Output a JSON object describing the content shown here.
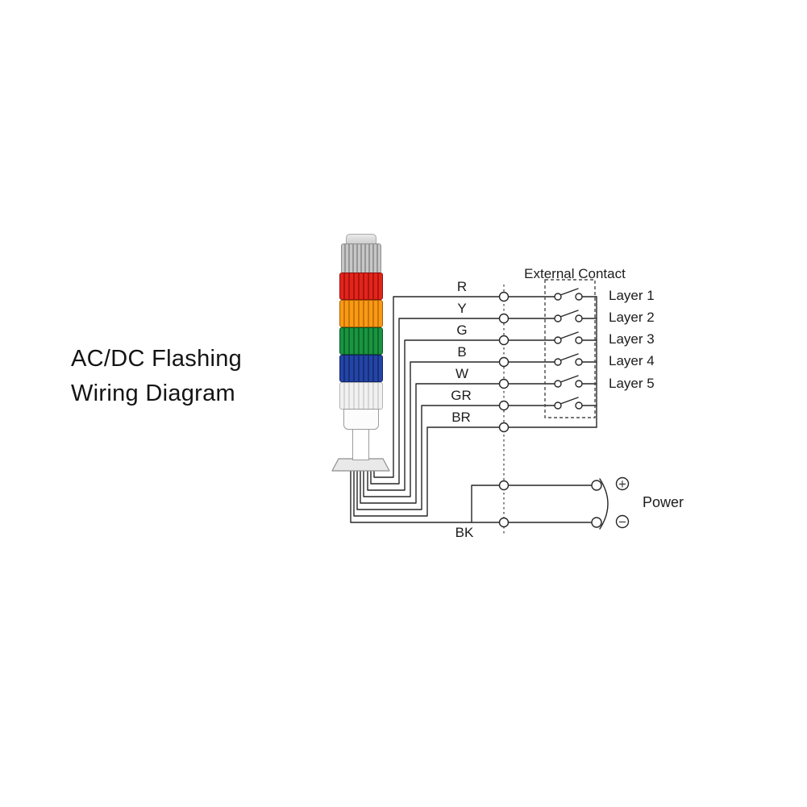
{
  "title": {
    "line1": "AC/DC Flashing",
    "line2": "Wiring Diagram"
  },
  "diagram": {
    "external_contact_label": "External Contact",
    "wire_labels": [
      "R",
      "Y",
      "G",
      "B",
      "W",
      "GR",
      "BR"
    ],
    "bk_label": "BK",
    "layer_labels": [
      "Layer 1",
      "Layer 2",
      "Layer 3",
      "Layer 4",
      "Layer 5"
    ],
    "power_label": "Power",
    "power_positive_symbol": "+",
    "power_negative_symbol": "−",
    "line_color": "#262626"
  },
  "tower": {
    "segments": [
      {
        "name": "gray-cap",
        "color": "#b0b0b0"
      },
      {
        "name": "red",
        "color": "#d81e14"
      },
      {
        "name": "orange",
        "color": "#f08a0c"
      },
      {
        "name": "green",
        "color": "#168a38"
      },
      {
        "name": "blue",
        "color": "#1d3b96"
      },
      {
        "name": "white",
        "color": "#e9e9e9"
      }
    ]
  }
}
